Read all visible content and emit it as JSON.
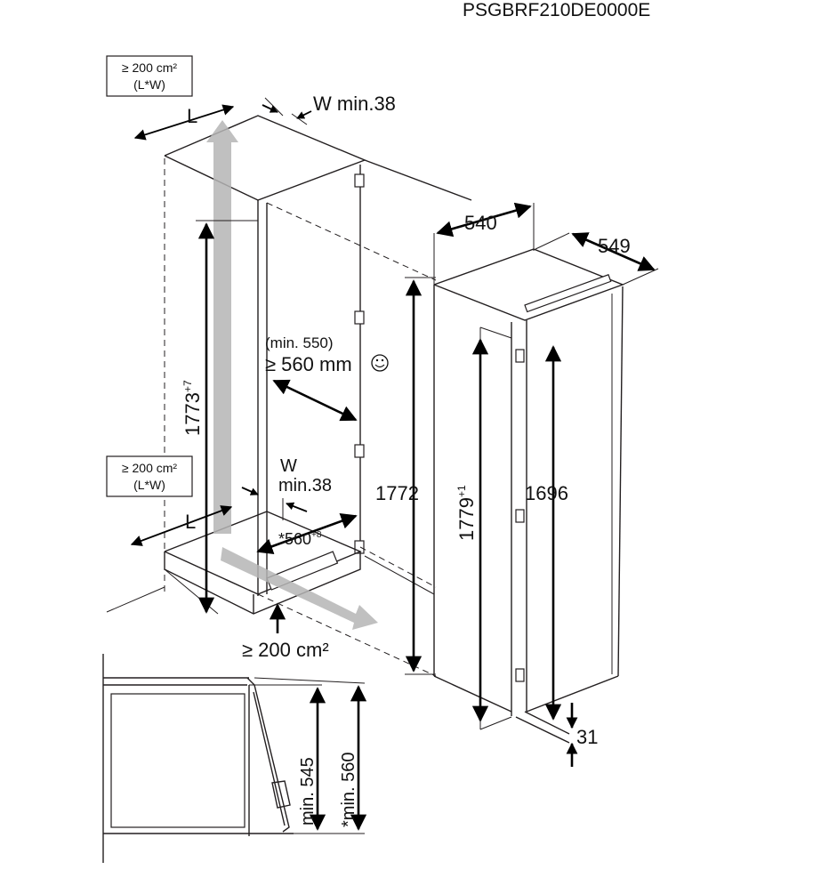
{
  "header": {
    "model_code": "PSGBRF210DE0000E"
  },
  "vents": {
    "top_box_line1": "≥ 200 cm²",
    "top_box_line2": "(L*W)",
    "side_box_line1": "≥ 200 cm²",
    "side_box_line2": "(L*W)",
    "bottom_label": "≥ 200 cm²",
    "top_L": "L",
    "bottom_L": "L",
    "top_W": "W min.38",
    "bottom_W_line1": "W",
    "bottom_W_line2": "min.38"
  },
  "niche": {
    "height_base": "1773",
    "height_sup": "+7",
    "depth_min": "(min. 550)",
    "depth_recommended": "≥ 560 mm",
    "width_base": "*560",
    "width_sup": "+8"
  },
  "appliance": {
    "depth": "540",
    "width": "549",
    "height_total": "1772",
    "door_height_base": "1779",
    "door_height_sup": "+1",
    "inner_height": "1696",
    "gap": "31"
  },
  "detail": {
    "min_545": "min. 545",
    "min_560": "*min. 560"
  },
  "icons": {
    "smiley": "smiley-icon",
    "airflow": "airflow-arrow-icon"
  },
  "colors": {
    "line": "#231f20",
    "airflow": "#b5b5b5"
  }
}
